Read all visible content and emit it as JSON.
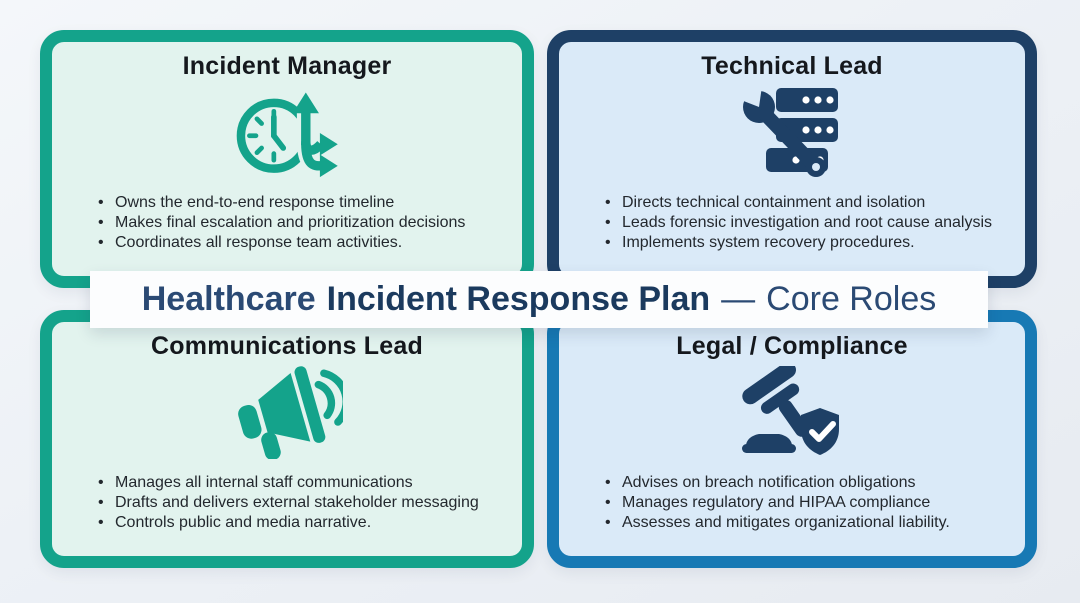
{
  "banner": {
    "title_healthcare": "Healthcare",
    "title_main": "Incident Response Plan",
    "title_dash": "—",
    "title_suffix": "Core Roles"
  },
  "quadrants": [
    {
      "title": "Incident Manager",
      "icon": "clock-escalation-icon",
      "bullets": [
        "Owns the end-to-end response timeline",
        "Makes final escalation and prioritization decisions",
        "Coordinates all response team activities."
      ]
    },
    {
      "title": "Technical Lead",
      "icon": "wrench-server-icon",
      "bullets": [
        "Directs technical containment and isolation",
        "Leads forensic investigation and root cause analysis",
        "Implements system recovery procedures."
      ]
    },
    {
      "title": "Communications Lead",
      "icon": "megaphone-icon",
      "bullets": [
        "Manages all internal staff communications",
        "Drafts and delivers external stakeholder messaging",
        "Controls public and media narrative."
      ]
    },
    {
      "title": "Legal / Compliance",
      "icon": "gavel-shield-icon",
      "bullets": [
        "Advises on breach notification obligations",
        "Manages regulatory and HIPAA compliance",
        "Assesses and mitigates organizational liability."
      ]
    }
  ],
  "colors": {
    "teal_accent": "#14A38B",
    "navy_accent": "#1E4066",
    "blue_accent": "#1779B4",
    "mint_panel": "#E2F3EE",
    "light_blue_panel": "#DAEAF8",
    "banner_background": "#FCFDFE",
    "banner_text_primary": "#1B3A5E",
    "banner_text_secondary": "#2B4A74",
    "heading_text": "#15181D",
    "body_text": "#23282E"
  }
}
